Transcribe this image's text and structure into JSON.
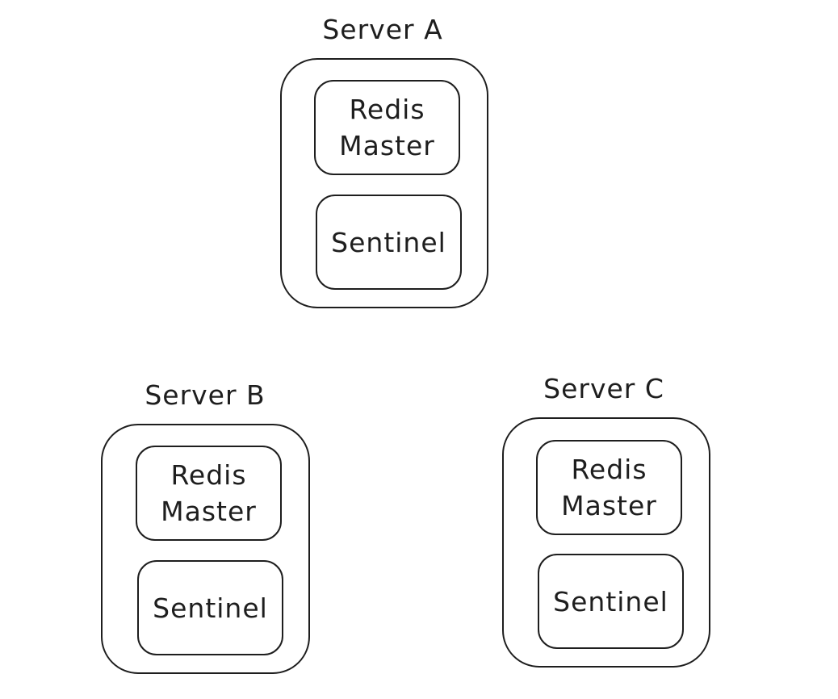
{
  "servers": [
    {
      "title": "Server A",
      "nodes": [
        {
          "label": "Redis\nMaster"
        },
        {
          "label": "Sentinel"
        }
      ]
    },
    {
      "title": "Server B",
      "nodes": [
        {
          "label": "Redis\nMaster"
        },
        {
          "label": "Sentinel"
        }
      ]
    },
    {
      "title": "Server C",
      "nodes": [
        {
          "label": "Redis\nMaster"
        },
        {
          "label": "Sentinel"
        }
      ]
    }
  ]
}
